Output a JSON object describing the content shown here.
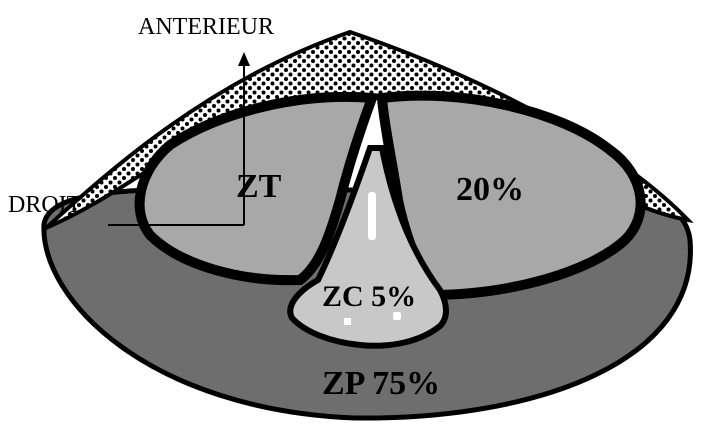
{
  "orientation": {
    "anterior_label": "ANTERIEUR",
    "right_label": "DROIT"
  },
  "zones": {
    "transition_left_label": "ZT",
    "transition_right_label": "20%",
    "central_label": "ZC 5%",
    "peripheral_label": "ZP 75%"
  },
  "colors": {
    "outline": "#000000",
    "peripheral_zone": "#6e6e6e",
    "transition_zone": "#a8a8a8",
    "central_zone": "#c8c8c8",
    "stroma": "#ffffff"
  }
}
